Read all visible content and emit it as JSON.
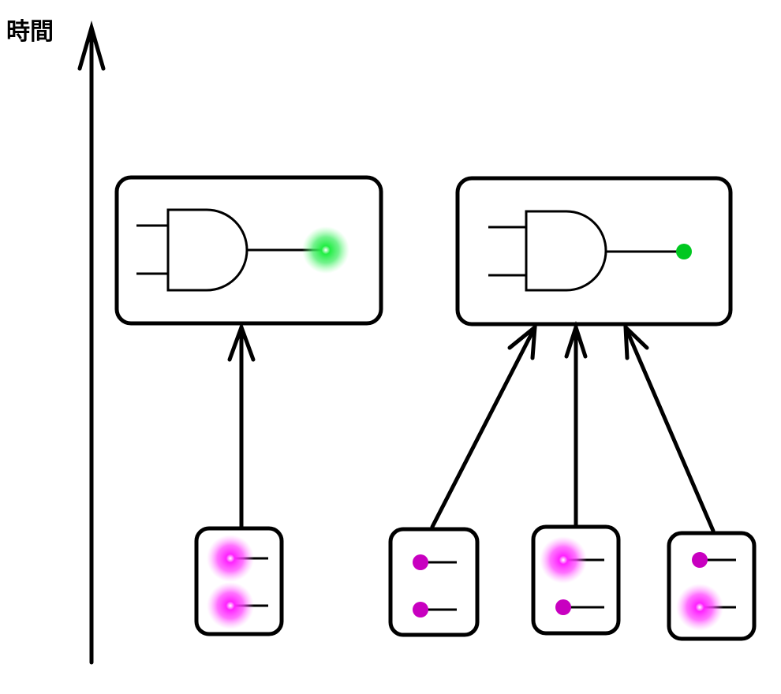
{
  "axis": {
    "label": "時間",
    "direction": "up"
  },
  "colors": {
    "stroke": "#000000",
    "gate_output_on": "#00dd22",
    "gate_output_off": "#00c820",
    "input_on": "#ff00ff",
    "input_off": "#c800c0"
  },
  "gates": [
    {
      "id": "gate-1",
      "type": "AND",
      "output_state": "glowing"
    },
    {
      "id": "gate-2",
      "type": "AND",
      "output_state": "solid"
    }
  ],
  "input_modules": [
    {
      "id": "input-1",
      "target": "gate-1",
      "pins": [
        "glowing",
        "glowing"
      ]
    },
    {
      "id": "input-2",
      "target": "gate-2",
      "pins": [
        "solid",
        "solid"
      ]
    },
    {
      "id": "input-3",
      "target": "gate-2",
      "pins": [
        "glowing",
        "solid"
      ]
    },
    {
      "id": "input-4",
      "target": "gate-2",
      "pins": [
        "solid",
        "glowing"
      ]
    }
  ]
}
